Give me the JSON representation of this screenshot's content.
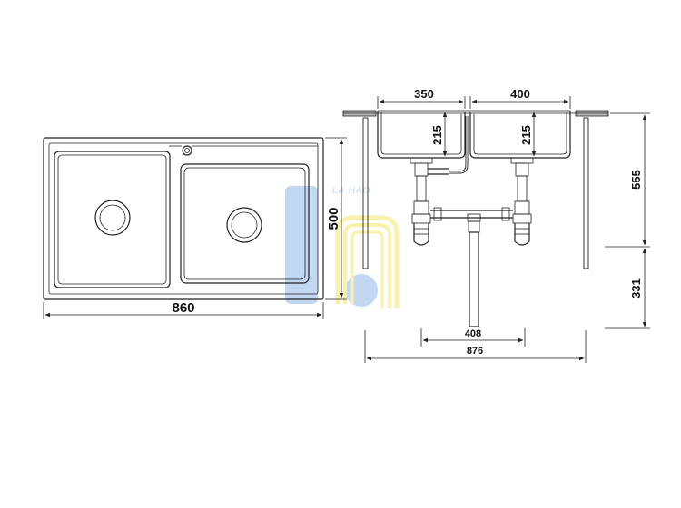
{
  "watermark": {
    "text": "LA HÀO",
    "color_blue": "#8fb8e8",
    "color_yellow": "#f5e96a"
  },
  "top_view": {
    "width_label": "860",
    "depth_label": "500"
  },
  "side_view": {
    "bowl_left_width": "350",
    "bowl_right_width": "400",
    "bowl_left_depth": "215",
    "bowl_right_depth": "215",
    "height_upper": "555",
    "height_lower": "331",
    "drain_spacing": "408",
    "total_width": "876"
  }
}
